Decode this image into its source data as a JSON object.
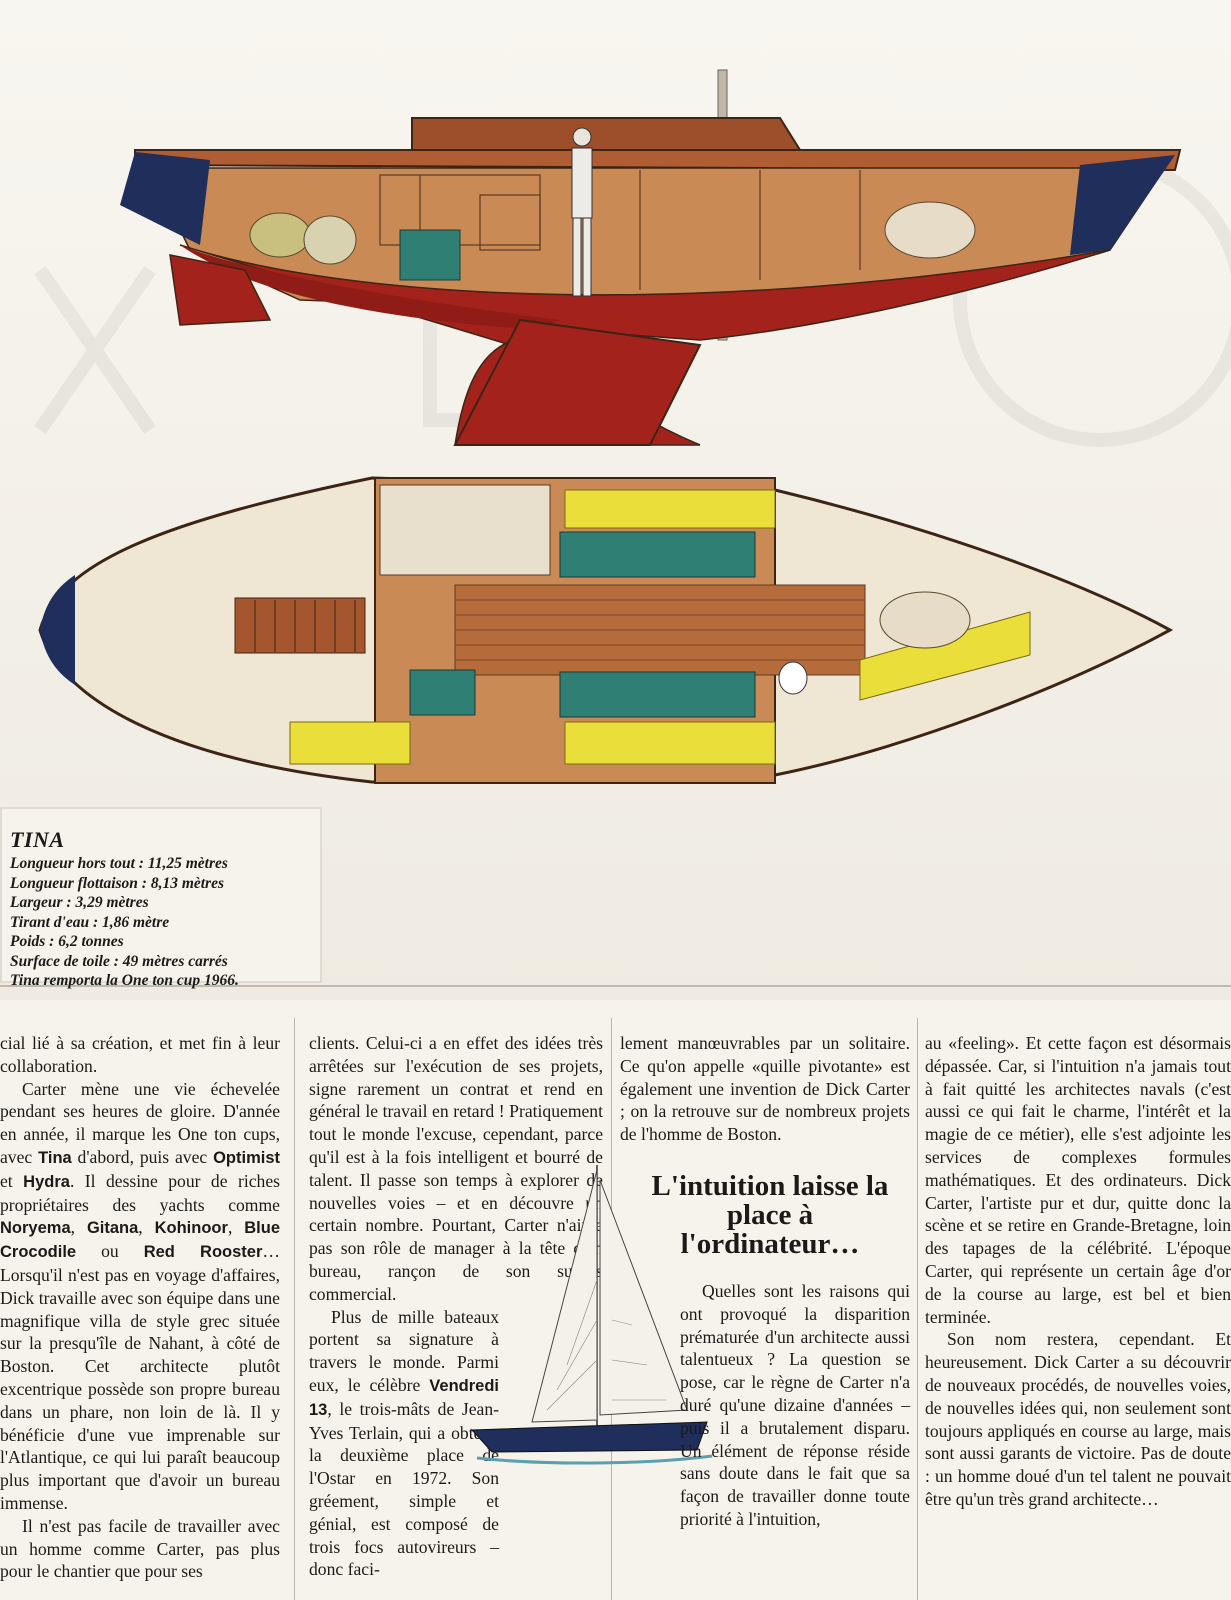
{
  "specs": {
    "boat_name": "TINA",
    "lines": [
      "Longueur hors tout : 11,25 mètres",
      "Longueur flottaison : 8,13 mètres",
      "Largeur : 3,29 mètres",
      "Tirant d'eau : 1,86 mètre",
      "Poids : 6,2 tonnes",
      "Surface de toile : 49 mètres carrés",
      "Tina remporta la One ton cup 1966."
    ]
  },
  "columns": {
    "c1": {
      "p1": "cial lié à sa création, et met fin à leur collaboration.",
      "p2_a": "Carter mène une vie échevelée pendant ses heures de gloire. D'année en année, il marque les One ton cups, avec ",
      "p2_tina": "Tina",
      "p2_b": " d'abord, puis avec ",
      "p2_optimist": "Optimist",
      "p2_c": " et ",
      "p2_hydra": "Hydra",
      "p2_d": ". Il dessine pour de riches propriétaires des yachts comme ",
      "p2_noryema": "Noryema",
      "p2_e": ", ",
      "p2_gitana": "Gitana",
      "p2_f": ", ",
      "p2_kohinoor": "Kohinoor",
      "p2_g": ", ",
      "p2_blue": "Blue Crocodile",
      "p2_h": " ou ",
      "p2_red": "Red Rooster",
      "p2_i": "… Lorsqu'il n'est pas en voyage d'affaires, Dick travaille avec son équipe dans une magnifique villa de style grec située sur la presqu'île de Nahant, à côté de Boston. Cet architecte plutôt excentrique possède son propre bureau dans un phare, non loin de là. Il y bénéficie d'une vue imprenable sur l'Atlantique, ce qui lui paraît beaucoup plus important que d'avoir un bureau immense.",
      "p3": "Il n'est pas facile de travailler avec un homme comme Carter, pas plus pour le chantier que pour ses"
    },
    "c2": {
      "p1": "clients. Celui-ci a en effet des idées très arrêtées sur l'exécution de ses projets, signe rarement un contrat et rend en général le travail en retard ! Pratiquement tout le monde l'excuse, cependant, parce qu'il est à la fois intelligent et bourré de talent. Il passe son temps à explorer de nouvelles voies – et en découvre un certain nombre. Pourtant, Carter n'aime pas son rôle de manager à la tête d'un bureau, rançon de son succès commercial.",
      "p2_a": "Plus de mille bateaux portent sa signature à travers le monde. Parmi eux, le célèbre ",
      "p2_vendredi": "Vendredi 13",
      "p2_b": ", le trois-mâts de Jean-Yves Terlain, qui a obtenu la deuxième place de l'Ostar en 1972. Son gréement, simple et génial, est composé de trois focs autovireurs – donc faci-"
    },
    "c3": {
      "p1": "lement manœuvrables par un solitaire. Ce qu'on appelle «quille pivotante» est également une invention de Dick Carter ; on la retrouve sur de nombreux projets de l'homme de Boston.",
      "heading": "L'intuition laisse la place à l'ordinateur…",
      "p2": "Quelles sont les raisons qui ont provoqué la disparition prématurée d'un architecte aussi talentueux ? La question se pose, car le règne de Carter n'a duré qu'une dizaine d'années – puis il a brutalement disparu. Un élément de réponse réside sans doute dans le fait que sa façon de travailler donne toute priorité à l'intuition,"
    },
    "c4": {
      "p1": "au «feeling». Et cette façon est désormais dépassée. Car, si l'intuition n'a jamais tout à fait quitté les architectes navals (c'est aussi ce qui fait le charme, l'intérêt et la magie de ce métier), elle s'est adjointe les services de complexes formules mathématiques. Et des ordinateurs. Dick Carter, l'artiste pur et dur, quitte donc la scène et se retire en Grande-Bretagne, loin des tapages de la célébrité. L'époque Carter, qui représente un certain âge d'or de la course au large, est bel et bien terminée.",
      "p2": "Son nom restera, cependant. Et heureusement. Dick Carter a su découvrir de nouveaux procédés, de nouvelles voies, de nouvelles idées qui, non seulement sont toujours appliqués en course au large, mais sont aussi garants de victoire. Pas de doute : un homme doué d'un tel talent ne pouvait être qu'un très grand architecte…"
    }
  },
  "colors": {
    "hull_red": "#a3231c",
    "deck_wood": "#a5562e",
    "cushion_green": "#2f7f74",
    "cushion_yellow": "#e9de3a",
    "navy": "#1f2e5a"
  }
}
